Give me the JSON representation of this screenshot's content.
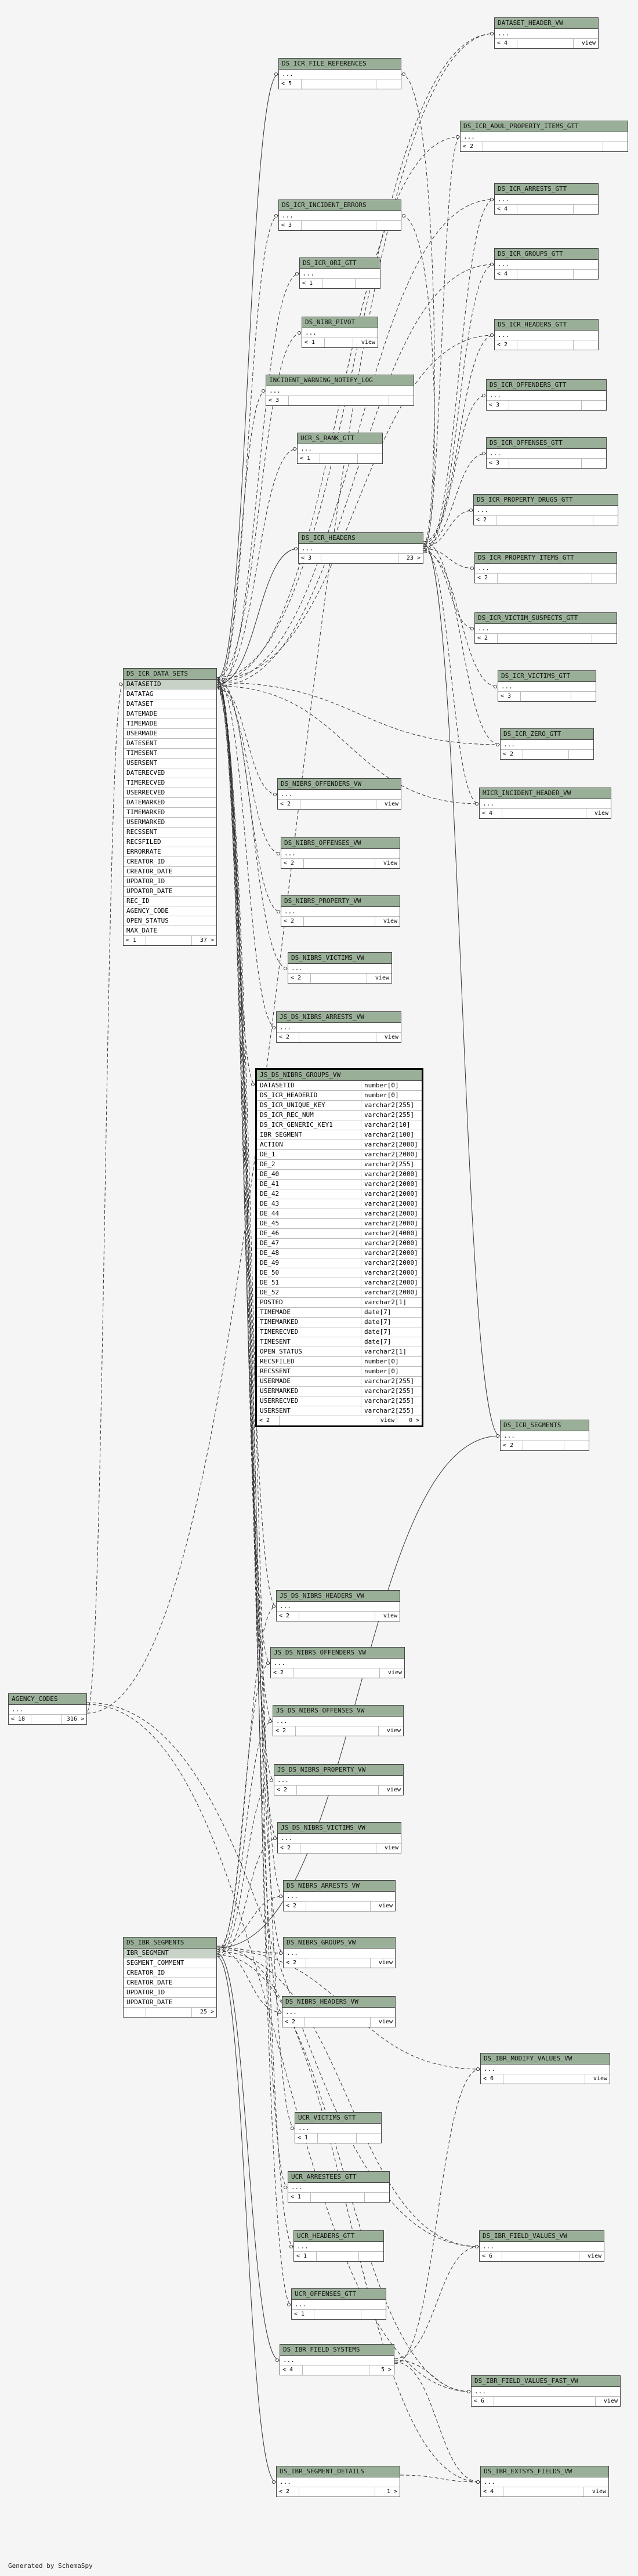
{
  "footer_text": "Generated by SchemaSpy",
  "colors": {
    "header": "#9aaf98",
    "pk_row": "#c8d3c7",
    "background": "#f5f5f5"
  },
  "tables": [
    {
      "name": "DATASET_HEADER_VW",
      "rows": [
        "..."
      ],
      "footer": {
        "left": "< 4",
        "mid": "",
        "right": "view"
      }
    },
    {
      "name": "DS_ICR_FILE_REFERENCES",
      "rows": [
        "..."
      ],
      "footer": {
        "left": "< 5",
        "mid": "",
        "right": ""
      }
    },
    {
      "name": "DS_ICR_ADUL_PROPERTY_ITEMS_GTT",
      "rows": [
        "..."
      ],
      "footer": {
        "left": "< 2",
        "mid": "",
        "right": ""
      }
    },
    {
      "name": "DS_ICR_ARRESTS_GTT",
      "rows": [
        "..."
      ],
      "footer": {
        "left": "< 4",
        "mid": "",
        "right": ""
      }
    },
    {
      "name": "DS_ICR_INCIDENT_ERRORS",
      "rows": [
        "..."
      ],
      "footer": {
        "left": "< 3",
        "mid": "",
        "right": ""
      }
    },
    {
      "name": "DS_ICR_GROUPS_GTT",
      "rows": [
        "..."
      ],
      "footer": {
        "left": "< 4",
        "mid": "",
        "right": ""
      }
    },
    {
      "name": "DS_ICR_ORI_GTT",
      "rows": [
        "..."
      ],
      "footer": {
        "left": "< 1",
        "mid": "",
        "right": ""
      }
    },
    {
      "name": "DS_NIBR_PIVOT",
      "rows": [
        "..."
      ],
      "footer": {
        "left": "< 1",
        "mid": "",
        "right": "view"
      }
    },
    {
      "name": "DS_ICR_HEADERS_GTT",
      "rows": [
        "..."
      ],
      "footer": {
        "left": "< 2",
        "mid": "",
        "right": ""
      }
    },
    {
      "name": "INCIDENT_WARNING_NOTIFY_LOG",
      "rows": [
        "..."
      ],
      "footer": {
        "left": "< 3",
        "mid": "",
        "right": ""
      }
    },
    {
      "name": "DS_ICR_OFFENDERS_GTT",
      "rows": [
        "..."
      ],
      "footer": {
        "left": "< 3",
        "mid": "",
        "right": ""
      }
    },
    {
      "name": "UCR_S_RANK_GTT",
      "rows": [
        "..."
      ],
      "footer": {
        "left": "< 1",
        "mid": "",
        "right": ""
      }
    },
    {
      "name": "DS_ICR_OFFENSES_GTT",
      "rows": [
        "..."
      ],
      "footer": {
        "left": "< 3",
        "mid": "",
        "right": ""
      }
    },
    {
      "name": "DS_ICR_PROPERTY_DRUGS_GTT",
      "rows": [
        "..."
      ],
      "footer": {
        "left": "< 2",
        "mid": "",
        "right": ""
      }
    },
    {
      "name": "DS_ICR_HEADERS",
      "rows": [
        "..."
      ],
      "footer": {
        "left": "< 3",
        "mid": "",
        "right": "23 >"
      }
    },
    {
      "name": "DS_ICR_PROPERTY_ITEMS_GTT",
      "rows": [
        "..."
      ],
      "footer": {
        "left": "< 2",
        "mid": "",
        "right": ""
      }
    },
    {
      "name": "DS_ICR_VICTIM_SUSPECTS_GTT",
      "rows": [
        "..."
      ],
      "footer": {
        "left": "< 2",
        "mid": "",
        "right": ""
      }
    },
    {
      "name": "DS_ICR_VICTIMS_GTT",
      "rows": [
        "..."
      ],
      "footer": {
        "left": "< 3",
        "mid": "",
        "right": ""
      }
    },
    {
      "name": "DS_ICR_DATA_SETS",
      "rows": [
        "DATASETID",
        "DATATAG",
        "DATASET",
        "DATEMADE",
        "TIMEMADE",
        "USERMADE",
        "DATESENT",
        "TIMESENT",
        "USERSENT",
        "DATERECVED",
        "TIMERECVED",
        "USERRECVED",
        "DATEMARKED",
        "TIMEMARKED",
        "USERMARKED",
        "RECSSENT",
        "RECSFILED",
        "ERRORRATE",
        "CREATOR_ID",
        "CREATOR_DATE",
        "UPDATOR_ID",
        "UPDATOR_DATE",
        "REC_ID",
        "AGENCY_CODE",
        "OPEN_STATUS",
        "MAX_DATE"
      ],
      "footer": {
        "left": "< 1",
        "mid": "",
        "right": "37 >"
      }
    },
    {
      "name": "DS_ICR_ZERO_GTT",
      "rows": [
        "..."
      ],
      "footer": {
        "left": "< 2",
        "mid": "",
        "right": ""
      }
    },
    {
      "name": "DS_NIBRS_OFFENDERS_VW",
      "rows": [
        "..."
      ],
      "footer": {
        "left": "< 2",
        "mid": "",
        "right": "view"
      }
    },
    {
      "name": "MICR_INCIDENT_HEADER_VW",
      "rows": [
        "..."
      ],
      "footer": {
        "left": "< 4",
        "mid": "",
        "right": "view"
      }
    },
    {
      "name": "DS_NIBRS_OFFENSES_VW",
      "rows": [
        "..."
      ],
      "footer": {
        "left": "< 2",
        "mid": "",
        "right": "view"
      }
    },
    {
      "name": "DS_NIBRS_PROPERTY_VW",
      "rows": [
        "..."
      ],
      "footer": {
        "left": "< 2",
        "mid": "",
        "right": "view"
      }
    },
    {
      "name": "DS_NIBRS_VICTIMS_VW",
      "rows": [
        "..."
      ],
      "footer": {
        "left": "< 2",
        "mid": "",
        "right": "view"
      }
    },
    {
      "name": "JS_DS_NIBRS_ARRESTS_VW",
      "rows": [
        "..."
      ],
      "footer": {
        "left": "< 2",
        "mid": "",
        "right": "view"
      }
    },
    {
      "name": "JS_DS_NIBRS_GROUPS_VW",
      "selected": true,
      "cols": [
        [
          "DATASETID",
          "number[0]"
        ],
        [
          "DS_ICR_HEADERID",
          "number[0]"
        ],
        [
          "DS_ICR_UNIQUE_KEY",
          "varchar2[255]"
        ],
        [
          "DS_ICR_REC_NUM",
          "varchar2[255]"
        ],
        [
          "DS_ICR_GENERIC_KEY1",
          "varchar2[10]"
        ],
        [
          "IBR_SEGMENT",
          "varchar2[100]"
        ],
        [
          "ACTION",
          "varchar2[2000]"
        ],
        [
          "DE_1",
          "varchar2[2000]"
        ],
        [
          "DE_2",
          "varchar2[255]"
        ],
        [
          "DE_40",
          "varchar2[2000]"
        ],
        [
          "DE_41",
          "varchar2[2000]"
        ],
        [
          "DE_42",
          "varchar2[2000]"
        ],
        [
          "DE_43",
          "varchar2[2000]"
        ],
        [
          "DE_44",
          "varchar2[2000]"
        ],
        [
          "DE_45",
          "varchar2[2000]"
        ],
        [
          "DE_46",
          "varchar2[4000]"
        ],
        [
          "DE_47",
          "varchar2[2000]"
        ],
        [
          "DE_48",
          "varchar2[2000]"
        ],
        [
          "DE_49",
          "varchar2[2000]"
        ],
        [
          "DE_50",
          "varchar2[2000]"
        ],
        [
          "DE_51",
          "varchar2[2000]"
        ],
        [
          "DE_52",
          "varchar2[2000]"
        ],
        [
          "POSTED",
          "varchar2[1]"
        ],
        [
          "TIMEMADE",
          "date[7]"
        ],
        [
          "TIMEMARKED",
          "date[7]"
        ],
        [
          "TIMERECVED",
          "date[7]"
        ],
        [
          "TIMESENT",
          "date[7]"
        ],
        [
          "OPEN_STATUS",
          "varchar2[1]"
        ],
        [
          "RECSFILED",
          "number[0]"
        ],
        [
          "RECSSENT",
          "number[0]"
        ],
        [
          "USERMADE",
          "varchar2[255]"
        ],
        [
          "USERMARKED",
          "varchar2[255]"
        ],
        [
          "USERRECVED",
          "varchar2[255]"
        ],
        [
          "USERSENT",
          "varchar2[255]"
        ]
      ],
      "footer": {
        "left": "< 2",
        "mid": "view",
        "right": "0 >"
      }
    },
    {
      "name": "DS_ICR_SEGMENTS",
      "rows": [
        "..."
      ],
      "footer": {
        "left": "< 2",
        "mid": "",
        "right": ""
      }
    },
    {
      "name": "JS_DS_NIBRS_HEADERS_VW",
      "rows": [
        "..."
      ],
      "footer": {
        "left": "< 2",
        "mid": "",
        "right": "view"
      }
    },
    {
      "name": "JS_DS_NIBRS_OFFENDERS_VW",
      "rows": [
        "..."
      ],
      "footer": {
        "left": "< 2",
        "mid": "",
        "right": "view"
      }
    },
    {
      "name": "AGENCY_CODES",
      "rows": [
        "..."
      ],
      "footer": {
        "left": "< 18",
        "mid": "",
        "right": "316 >"
      }
    },
    {
      "name": "JS_DS_NIBRS_OFFENSES_VW",
      "rows": [
        "..."
      ],
      "footer": {
        "left": "< 2",
        "mid": "",
        "right": "view"
      }
    },
    {
      "name": "JS_DS_NIBRS_PROPERTY_VW",
      "rows": [
        "..."
      ],
      "footer": {
        "left": "< 2",
        "mid": "",
        "right": "view"
      }
    },
    {
      "name": "JS_DS_NIBRS_VICTIMS_VW",
      "rows": [
        "..."
      ],
      "footer": {
        "left": "< 2",
        "mid": "",
        "right": "view"
      }
    },
    {
      "name": "DS_NIBRS_ARRESTS_VW",
      "rows": [
        "..."
      ],
      "footer": {
        "left": "< 2",
        "mid": "",
        "right": "view"
      }
    },
    {
      "name": "DS_NIBRS_GROUPS_VW",
      "rows": [
        "..."
      ],
      "footer": {
        "left": "< 2",
        "mid": "",
        "right": "view"
      }
    },
    {
      "name": "DS_IBR_SEGMENTS",
      "rows": [
        "IBR_SEGMENT",
        "SEGMENT_COMMENT",
        "CREATOR_ID",
        "CREATOR_DATE",
        "UPDATOR_ID",
        "UPDATOR_DATE"
      ],
      "footer": {
        "left": "",
        "mid": "",
        "right": "25 >"
      }
    },
    {
      "name": "DS_NIBRS_HEADERS_VW",
      "rows": [
        "..."
      ],
      "footer": {
        "left": "< 2",
        "mid": "",
        "right": "view"
      }
    },
    {
      "name": "DS_IBR_MODIFY_VALUES_VW",
      "rows": [
        "..."
      ],
      "footer": {
        "left": "< 6",
        "mid": "",
        "right": "view"
      }
    },
    {
      "name": "UCR_VICTIMS_GTT",
      "rows": [
        "..."
      ],
      "footer": {
        "left": "< 1",
        "mid": "",
        "right": ""
      }
    },
    {
      "name": "UCR_ARRESTEES_GTT",
      "rows": [
        "..."
      ],
      "footer": {
        "left": "< 1",
        "mid": "",
        "right": ""
      }
    },
    {
      "name": "UCR_HEADERS_GTT",
      "rows": [
        "..."
      ],
      "footer": {
        "left": "< 1",
        "mid": "",
        "right": ""
      }
    },
    {
      "name": "DS_IBR_FIELD_VALUES_VW",
      "rows": [
        "..."
      ],
      "footer": {
        "left": "< 6",
        "mid": "",
        "right": "view"
      }
    },
    {
      "name": "UCR_OFFENSES_GTT",
      "rows": [
        "..."
      ],
      "footer": {
        "left": "< 1",
        "mid": "",
        "right": ""
      }
    },
    {
      "name": "DS_IBR_FIELD_SYSTEMS",
      "rows": [
        "..."
      ],
      "footer": {
        "left": "< 4",
        "mid": "",
        "right": "5 >"
      }
    },
    {
      "name": "DS_IBR_FIELD_VALUES_FAST_VW",
      "rows": [
        "..."
      ],
      "footer": {
        "left": "< 6",
        "mid": "",
        "right": "view"
      }
    },
    {
      "name": "DS_IBR_SEGMENT_DETAILS",
      "rows": [
        "..."
      ],
      "footer": {
        "left": "< 2",
        "mid": "",
        "right": "1 >"
      }
    },
    {
      "name": "DS_IBR_EXTSYS_FIELDS_VW",
      "rows": [
        "..."
      ],
      "footer": {
        "left": "< 4",
        "mid": "",
        "right": "view"
      }
    }
  ]
}
